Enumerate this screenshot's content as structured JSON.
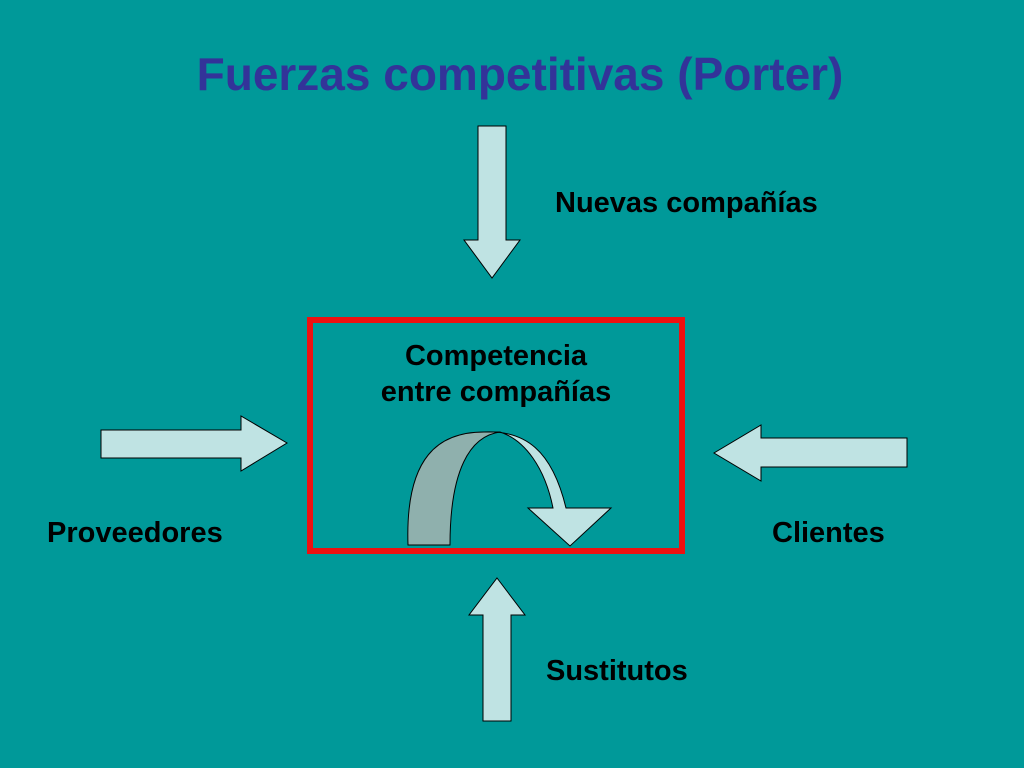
{
  "title": "Fuerzas competitivas (Porter)",
  "forces": {
    "nuevas": "Nuevas compañías",
    "proveedores": "Proveedores",
    "clientes": "Clientes",
    "sustitutos": "Sustitutos"
  },
  "center": {
    "line1": "Competencia",
    "line2": "entre compañías"
  },
  "colors": {
    "background": "#009999",
    "title": "#333399",
    "arrow_fill": "#bfe3e3",
    "box_border": "#ee1111",
    "curve_back": "#8fb0ad"
  }
}
